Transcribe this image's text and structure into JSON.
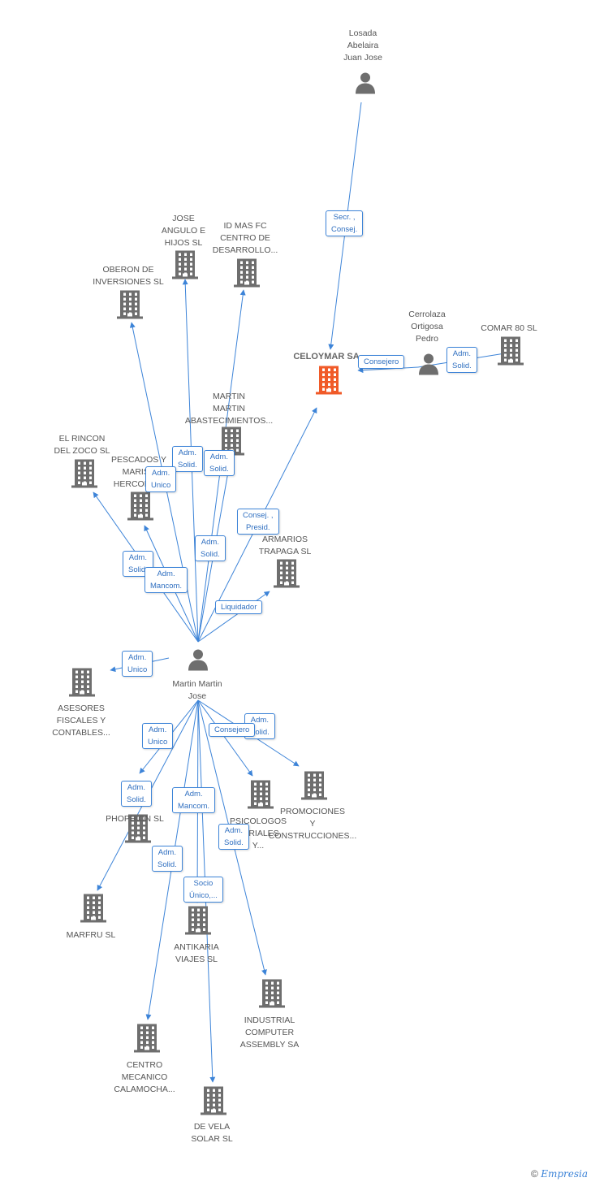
{
  "colors": {
    "edge": "#3d84d8",
    "icon": "#6e6e6e",
    "main_icon": "#f05a28"
  },
  "nodes": [
    {
      "id": "losada",
      "type": "person",
      "label": "Losada\nAbelaira\nJuan Jose"
    },
    {
      "id": "celoymar",
      "type": "company",
      "main": true,
      "label": "CELOYMAR SA"
    },
    {
      "id": "cerrolaza",
      "type": "person",
      "label": "Cerrolaza\nOrtigosa\nPedro"
    },
    {
      "id": "comar",
      "type": "company",
      "label": "COMAR 80  SL"
    },
    {
      "id": "jose_angulo",
      "type": "company",
      "label": "JOSE\nANGULO E\nHIJOS  SL"
    },
    {
      "id": "idmas",
      "type": "company",
      "label": "ID MAS FC\nCENTRO DE\nDESARROLLO..."
    },
    {
      "id": "oberon",
      "type": "company",
      "label": "OBERON DE\nINVERSIONES SL"
    },
    {
      "id": "martin_abast",
      "type": "company",
      "label": "MARTIN\nMARTIN\nABASTECIMIENTOS..."
    },
    {
      "id": "el_rincon",
      "type": "company",
      "label": "EL RINCON\nDEL ZOCO SL"
    },
    {
      "id": "pescados",
      "type": "company",
      "label": "PESCADOS Y\nMARISC\nHERCOMA..."
    },
    {
      "id": "armarios",
      "type": "company",
      "label": "ARMARIOS\nTRAPAGA SL"
    },
    {
      "id": "martin_jose",
      "type": "person",
      "label": "Martin Martin\nJose"
    },
    {
      "id": "asesores",
      "type": "company",
      "label": "ASESORES\nFISCALES Y\nCONTABLES..."
    },
    {
      "id": "phophion",
      "type": "company",
      "label": "PHOPHION  SL"
    },
    {
      "id": "psicologos",
      "type": "company",
      "label": "PSICOLOGOS\nSARIALES\nY..."
    },
    {
      "id": "promociones",
      "type": "company",
      "label": "PROMOCIONES\nY\nCONSTRUCCIONES..."
    },
    {
      "id": "marfru",
      "type": "company",
      "label": "MARFRU SL"
    },
    {
      "id": "antikaria",
      "type": "company",
      "label": "ANTIKARIA\nVIAJES  SL"
    },
    {
      "id": "industrial",
      "type": "company",
      "label": "INDUSTRIAL\nCOMPUTER\nASSEMBLY SA"
    },
    {
      "id": "centro_mec",
      "type": "company",
      "label": "CENTRO\nMECANICO\nCALAMOCHA..."
    },
    {
      "id": "de_vela",
      "type": "company",
      "label": "DE VELA\nSOLAR SL"
    }
  ],
  "relations": [
    {
      "from": "losada",
      "to": "celoymar",
      "label": "Secr. ,\nConsej."
    },
    {
      "from": "cerrolaza",
      "to": "celoymar",
      "label": "Consejero"
    },
    {
      "from": "cerrolaza",
      "to": "comar",
      "label": "Adm.\nSolid."
    },
    {
      "from": "martin_jose",
      "to": "jose_angulo",
      "label": "Adm.\nSolid."
    },
    {
      "from": "martin_jose",
      "to": "idmas",
      "label": "Adm.\nSolid."
    },
    {
      "from": "martin_jose",
      "to": "oberon",
      "label": "Adm.\nUnico"
    },
    {
      "from": "martin_jose",
      "to": "martin_abast",
      "label": "Adm.\nSolid."
    },
    {
      "from": "martin_jose",
      "to": "el_rincon",
      "label": "Adm.\nSolid."
    },
    {
      "from": "martin_jose",
      "to": "pescados",
      "label": "Adm.\nMancom."
    },
    {
      "from": "martin_jose",
      "to": "celoymar",
      "label": "Consej. ,\nPresid."
    },
    {
      "from": "martin_jose",
      "to": "armarios",
      "label": "Liquidador"
    },
    {
      "from": "martin_jose",
      "to": "asesores",
      "label": "Adm.\nUnico"
    },
    {
      "from": "martin_jose",
      "to": "phophion",
      "label": "Adm.\nUnico"
    },
    {
      "from": "martin_jose",
      "to": "promociones",
      "label": "Adm.\nSolid."
    },
    {
      "from": "martin_jose",
      "to": "psicologos",
      "label": "Consejero"
    },
    {
      "from": "martin_jose",
      "to": "marfru",
      "label": "Adm.\nSolid."
    },
    {
      "from": "martin_jose",
      "to": "antikaria",
      "label": "Adm.\nMancom."
    },
    {
      "from": "martin_jose",
      "to": "industrial",
      "label": "Adm.\nSolid."
    },
    {
      "from": "martin_jose",
      "to": "centro_mec",
      "label": "Adm.\nSolid."
    },
    {
      "from": "martin_jose",
      "to": "de_vela",
      "label": "Socio\nÚnico,..."
    }
  ],
  "footer": {
    "copyright": "©",
    "brand": "Empresia"
  }
}
